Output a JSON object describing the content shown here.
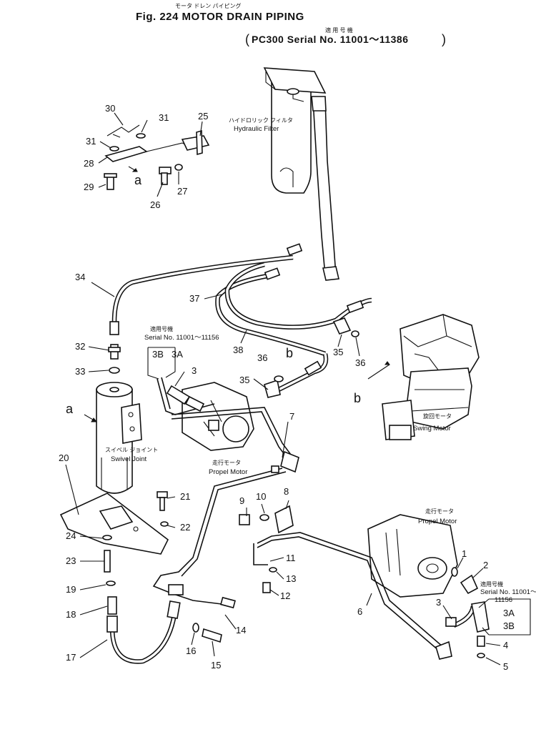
{
  "title": {
    "jp": "モータ ドレン パイピング",
    "en": "Fig. 224 MOTOR DRAIN PIPING",
    "serial_jp": "適 用 号 機",
    "serial_en": "PC300 Serial No. 11001～11386"
  },
  "components": {
    "hydraulic_filter": {
      "jp": "ハイドロリック フィルタ",
      "en": "Hydraulic Filter"
    },
    "swing_motor": {
      "jp": "旋回モータ",
      "en": "Swing Motor"
    },
    "swivel_joint": {
      "jp": "スイベル ジョイント",
      "en": "Swivel Joint"
    },
    "propel_motor_left": {
      "jp": "走行モータ",
      "en": "Propel Motor"
    },
    "propel_motor_right": {
      "jp": "走行モータ",
      "en": "Propel Motor"
    }
  },
  "notes": {
    "left": {
      "jp": "適用号機",
      "en": "Serial No. 11001～11156"
    },
    "right": {
      "jp": "適用号機",
      "en_line1": "Serial No. 11001～",
      "en_line2": "11156"
    }
  },
  "refs": {
    "a1": "a",
    "a2": "a",
    "b1": "b",
    "b2": "b"
  },
  "parts": {
    "p1": "1",
    "p2": "2",
    "p3": "3",
    "p3a_r": "3A",
    "p3b_r": "3B",
    "p3_l": "3",
    "p3a_l": "3A",
    "p3b_l": "3B",
    "p4": "4",
    "p5": "5",
    "p6": "6",
    "p7": "7",
    "p8": "8",
    "p9": "9",
    "p10": "10",
    "p11": "11",
    "p12": "12",
    "p13": "13",
    "p14": "14",
    "p15": "15",
    "p16": "16",
    "p17": "17",
    "p18": "18",
    "p19": "19",
    "p20": "20",
    "p21": "21",
    "p22": "22",
    "p23": "23",
    "p24": "24",
    "p25": "25",
    "p26": "26",
    "p27": "27",
    "p28": "28",
    "p29": "29",
    "p30": "30",
    "p31a": "31",
    "p31b": "31",
    "p32": "32",
    "p33": "33",
    "p34": "34",
    "p35a": "35",
    "p35b": "35",
    "p36a": "36",
    "p36b": "36",
    "p37": "37",
    "p38": "38"
  }
}
